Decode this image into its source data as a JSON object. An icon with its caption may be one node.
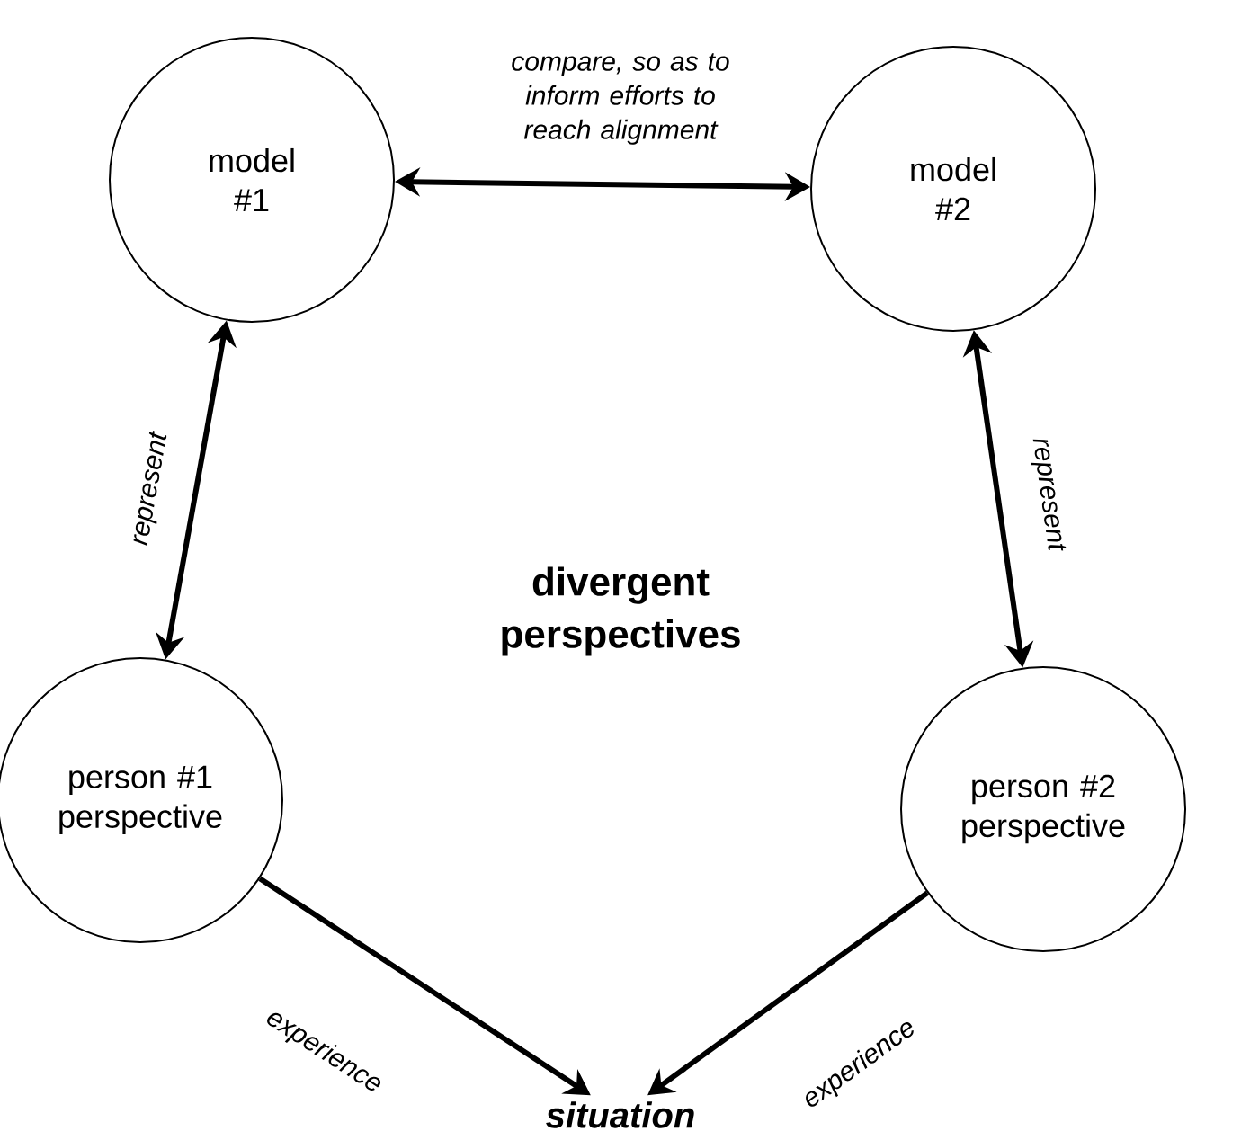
{
  "diagram": {
    "nodes": [
      {
        "text": [
          "model #1"
        ]
      },
      {
        "text": [
          "model #2"
        ]
      },
      {
        "text": [
          "person #1 perspective"
        ]
      },
      {
        "text": [
          "person #2 perspective"
        ]
      },
      {
        "text": [
          "situation"
        ]
      }
    ],
    "edges": [
      {
        "from": 0,
        "to": 1,
        "arrow": "both",
        "label": "compare, so as to inform efforts to reach alignment"
      },
      {
        "from": 0,
        "to": 2,
        "arrow": "both",
        "label": "represent"
      },
      {
        "from": 1,
        "to": 3,
        "arrow": "both",
        "label": "represent"
      },
      {
        "from": 2,
        "to": 4,
        "arrow": "to",
        "label": "experience"
      },
      {
        "from": 3,
        "to": 4,
        "arrow": "to",
        "label": "experience"
      }
    ],
    "labels": [
      "divergent perspectives"
    ]
  }
}
